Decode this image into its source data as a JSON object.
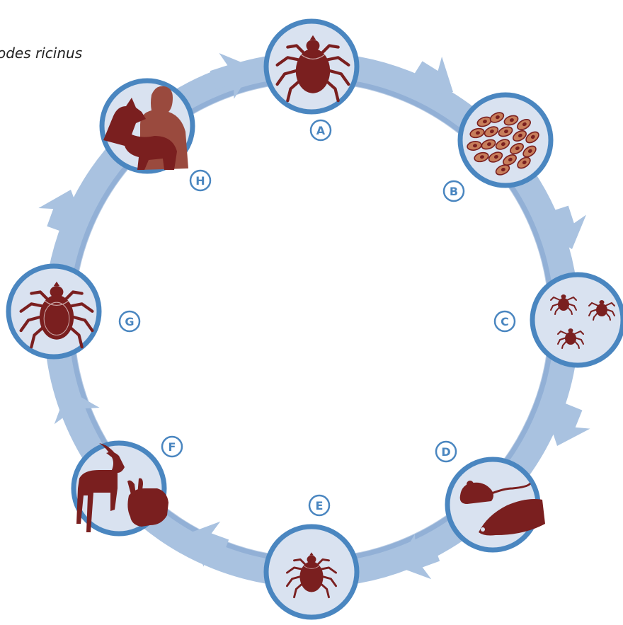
{
  "title": "odes ricinus",
  "colors": {
    "ring_light": "#a9c2e0",
    "ring_dark": "#5b87b8",
    "node_border": "#4a86c0",
    "node_fill": "#d9e2f0",
    "silhouette": "#7a1f1f",
    "label_ring": "#4a86c0",
    "label_text": "#4a86c0",
    "human": "#9a4a3e"
  },
  "stages": [
    {
      "label": "A",
      "icon": "adult-tick-icon"
    },
    {
      "label": "B",
      "icon": "eggs-icon"
    },
    {
      "label": "C",
      "icon": "larvae-icon"
    },
    {
      "label": "D",
      "icon": "rodents-icon"
    },
    {
      "label": "E",
      "icon": "nymph-tick-icon"
    },
    {
      "label": "F",
      "icon": "goat-rabbit-icon"
    },
    {
      "label": "G",
      "icon": "engorged-tick-icon"
    },
    {
      "label": "H",
      "icon": "dog-human-icon"
    }
  ]
}
